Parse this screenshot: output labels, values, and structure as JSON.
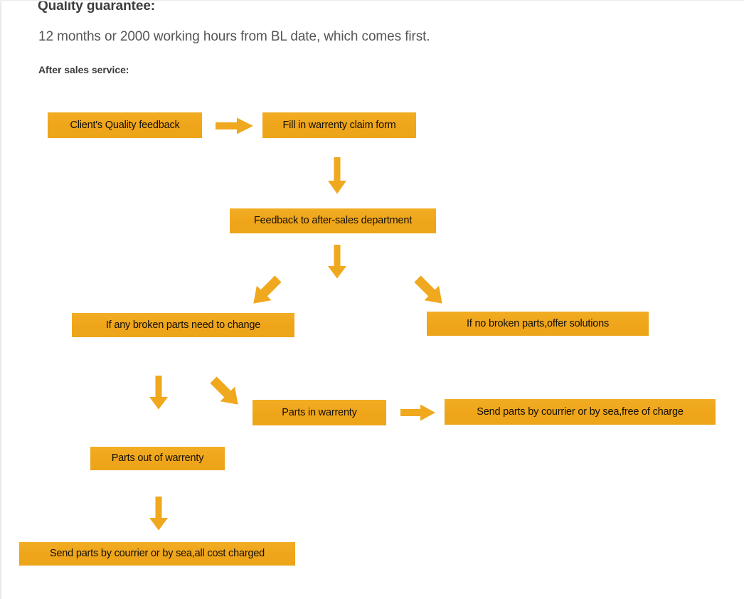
{
  "document": {
    "heading_quality": "Quality guarantee:",
    "paragraph_warranty": "12 months or 2000 working hours from BL date, which comes first.",
    "heading_after_sales": "After sales service:"
  },
  "theme": {
    "node_fill": "#f0a81e",
    "arrow_fill": "#f0a81e",
    "node_text": "#151007",
    "heading_text": "#3c3c3c",
    "body_text": "#565656",
    "page_background": "#ffffff"
  },
  "flowchart": {
    "type": "flowchart",
    "title": "After sales service",
    "nodes": [
      {
        "id": "n1",
        "label": "Client's Quality feedback"
      },
      {
        "id": "n2",
        "label": "Fill in warrenty claim form"
      },
      {
        "id": "n3",
        "label": "Feedback to after-sales department"
      },
      {
        "id": "n4",
        "label": "If any broken parts need to change"
      },
      {
        "id": "n5",
        "label": "If no broken parts,offer solutions"
      },
      {
        "id": "n6",
        "label": "Parts in warrenty"
      },
      {
        "id": "n7",
        "label": "Parts out of warrenty"
      },
      {
        "id": "n8",
        "label": "Send parts by courrier or by sea,free of charge"
      },
      {
        "id": "n9",
        "label": "Send parts by courrier or by sea,all cost charged"
      }
    ],
    "edges": [
      {
        "from": "n1",
        "to": "n2",
        "direction": "right"
      },
      {
        "from": "n2",
        "to": "n3",
        "direction": "down"
      },
      {
        "from": "n3",
        "to": "n4",
        "direction": "down-left"
      },
      {
        "from": "n3",
        "to": "n5",
        "direction": "down-right"
      },
      {
        "from": "n4",
        "to": "n7",
        "direction": "down"
      },
      {
        "from": "n4",
        "to": "n6",
        "direction": "down-right"
      },
      {
        "from": "n6",
        "to": "n8",
        "direction": "right"
      },
      {
        "from": "n7",
        "to": "n9",
        "direction": "down"
      }
    ]
  }
}
